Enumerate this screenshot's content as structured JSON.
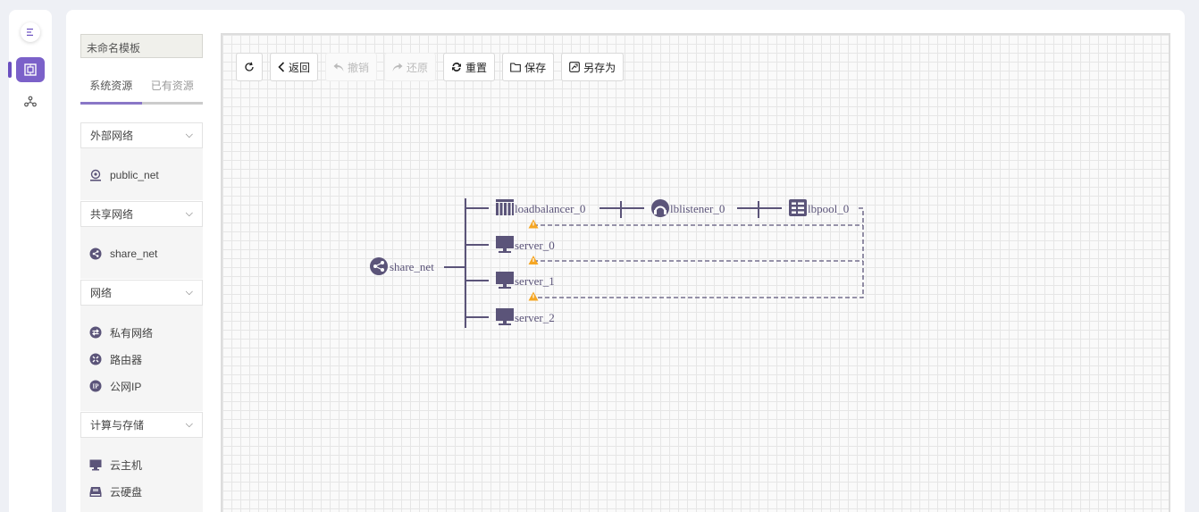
{
  "rail": {
    "toggle_icon": "menu-collapse-icon",
    "items": [
      {
        "icon": "topology-icon",
        "active": true
      },
      {
        "icon": "network-nodes-icon",
        "active": false
      }
    ]
  },
  "panel": {
    "template_name": "未命名模板",
    "tabs": [
      {
        "label": "系统资源",
        "active": true
      },
      {
        "label": "已有资源",
        "active": false
      }
    ],
    "groups": [
      {
        "title": "外部网络",
        "items": [
          {
            "label": "public_net",
            "icon": "external-network-icon"
          }
        ]
      },
      {
        "title": "共享网络",
        "items": [
          {
            "label": "share_net",
            "icon": "share-network-icon"
          }
        ]
      },
      {
        "title": "网络",
        "items": [
          {
            "label": "私有网络",
            "icon": "private-network-icon"
          },
          {
            "label": "路由器",
            "icon": "router-icon"
          },
          {
            "label": "公网IP",
            "icon": "public-ip-icon"
          }
        ]
      },
      {
        "title": "计算与存储",
        "items": [
          {
            "label": "云主机",
            "icon": "server-icon"
          },
          {
            "label": "云硬盘",
            "icon": "disk-icon"
          }
        ]
      }
    ]
  },
  "toolbar": {
    "refresh_icon": "refresh-icon",
    "back": "返回",
    "undo": "撤销",
    "redo": "还原",
    "reset": "重置",
    "save": "保存",
    "save_as": "另存为"
  },
  "topology": {
    "nodes": {
      "share_net": "share_net",
      "loadbalancer": "loadbalancer_0",
      "listener": "lblistener_0",
      "pool": "lbpool_0",
      "server_0": "server_0",
      "server_1": "server_1",
      "server_2": "server_2"
    },
    "node_color": "#5b5479",
    "warning_color": "#f5a623"
  }
}
